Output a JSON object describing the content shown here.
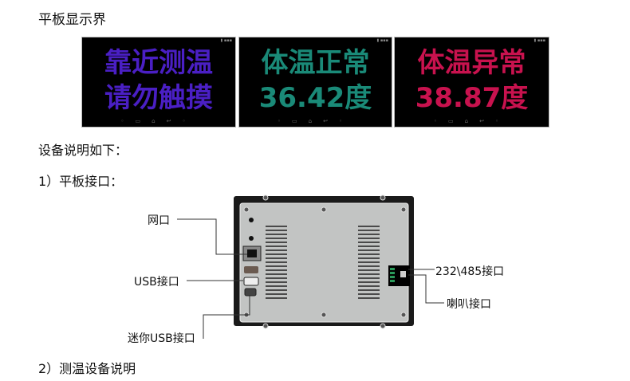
{
  "heading_tablet_display": "平板显示界",
  "screens": [
    {
      "line1": "靠近测温",
      "line2": "请勿触摸",
      "color": "#4a1fc4"
    },
    {
      "line1": "体温正常",
      "line2": "36.42度",
      "color": "#1a8a78"
    },
    {
      "line1": "体温异常",
      "line2": "38.87度",
      "color": "#c8124e"
    }
  ],
  "device_description_heading": "设备说明如下：",
  "section1_heading": "1）平板接口：",
  "diagram_labels": {
    "network_port": "网口",
    "usb_port": "USB接口",
    "mini_usb_port": "迷你USB接口",
    "serial_port": "232\\485接口",
    "speaker_port": "喇叭接口"
  },
  "section2_heading": "2）测温设备说明"
}
